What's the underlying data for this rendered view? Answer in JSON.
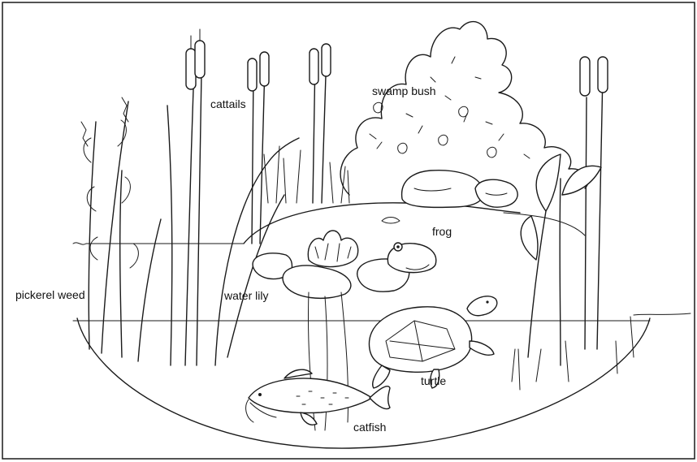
{
  "labels": {
    "cattails": "cattails",
    "swamp_bush": "swamp bush",
    "frog": "frog",
    "pickerel_weed": "pickerel weed",
    "water_lily": "water lily",
    "turtle": "turtle",
    "catfish": "catfish"
  },
  "colors": {
    "ink": "#1a1a1a",
    "paper": "#ffffff"
  }
}
